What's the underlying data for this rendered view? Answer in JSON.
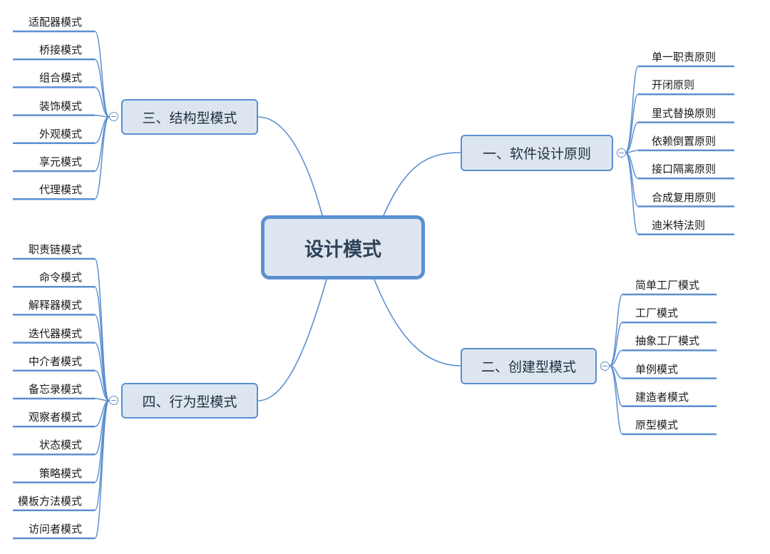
{
  "center": {
    "label": "设计模式"
  },
  "branches": {
    "principles": {
      "label": "一、软件设计原则",
      "items": [
        "单一职责原则",
        "开闭原则",
        "里式替换原则",
        "依赖倒置原则",
        "接口隔离原则",
        "合成复用原则",
        "迪米特法则"
      ]
    },
    "creational": {
      "label": "二、创建型模式",
      "items": [
        "简单工厂模式",
        "工厂模式",
        "抽象工厂模式",
        "单例模式",
        "建造者模式",
        "原型模式"
      ]
    },
    "structural": {
      "label": "三、结构型模式",
      "items": [
        "适配器模式",
        "桥接模式",
        "组合模式",
        "装饰模式",
        "外观模式",
        "享元模式",
        "代理模式"
      ]
    },
    "behavioral": {
      "label": "四、行为型模式",
      "items": [
        "职责链模式",
        "命令模式",
        "解释器模式",
        "迭代器模式",
        "中介者模式",
        "备忘录模式",
        "观察者模式",
        "状态模式",
        "策略模式",
        "模板方法模式",
        "访问者模式"
      ]
    }
  },
  "colors": {
    "line": "#5b8fd0",
    "node_fill": "#dde6f0",
    "node_border": "#5b8fd0"
  }
}
